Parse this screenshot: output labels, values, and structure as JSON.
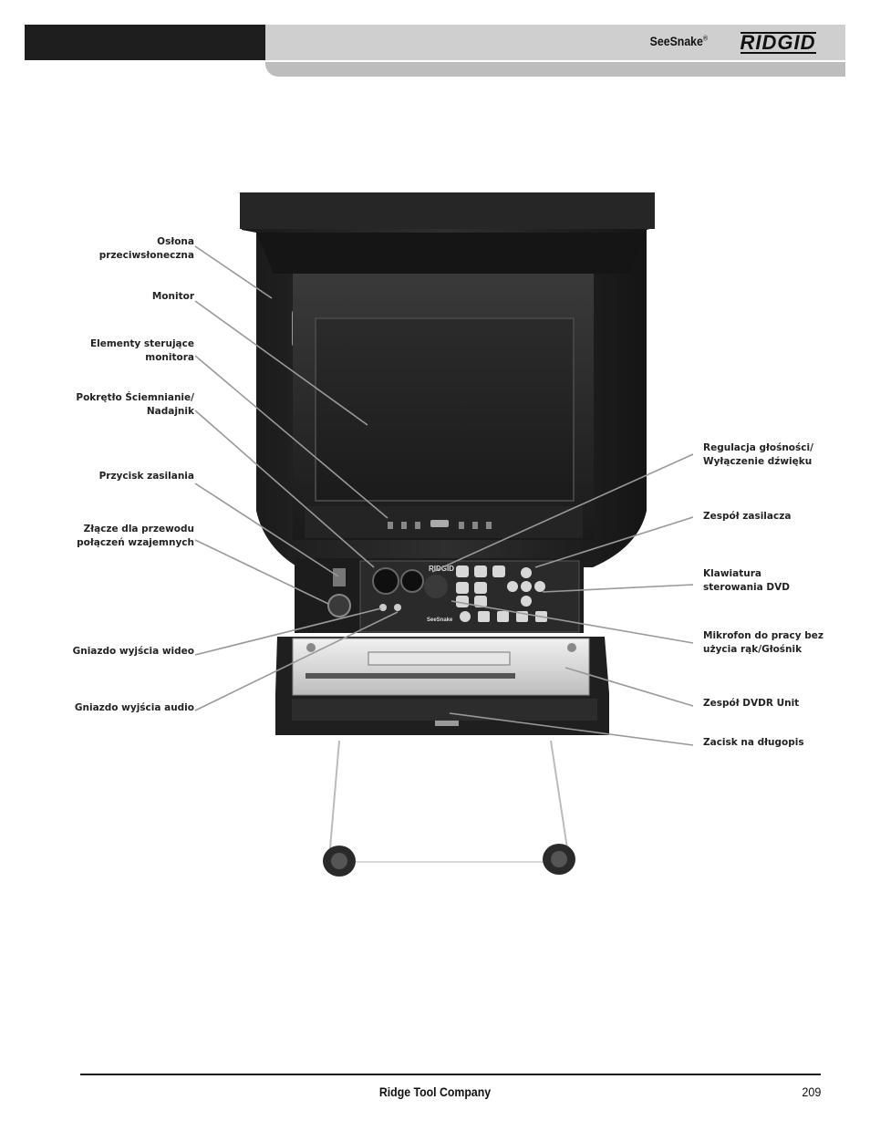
{
  "header": {
    "product": "SeeSnake",
    "registered_mark": "®",
    "brand": "RIDGID"
  },
  "figure": {
    "device_brand": "RIDGID",
    "device_name": "SeeSnake",
    "labels_left": [
      "Osłona\nprzeciwsłoneczna",
      "Monitor",
      "Elementy sterujące\nmonitora",
      "Pokrętło Ściemnianie/\nNadajnik",
      "Przycisk zasilania",
      "Złącze dla przewodu\npołączeń wzajemnych",
      "Gniazdo wyjścia wideo",
      "Gniazdo wyjścia audio"
    ],
    "labels_right": [
      "Regulacja głośności/\nWyłączenie dźwięku",
      "Zespół zasilacza",
      "Klawiatura\nsterowania DVD",
      "Mikrofon do pracy bez\nużycia rąk/Głośnik",
      "Zespół DVDR Unit",
      "Zacisk na długopis"
    ]
  },
  "footer": {
    "company": "Ridge Tool Company",
    "page_number": "209"
  }
}
